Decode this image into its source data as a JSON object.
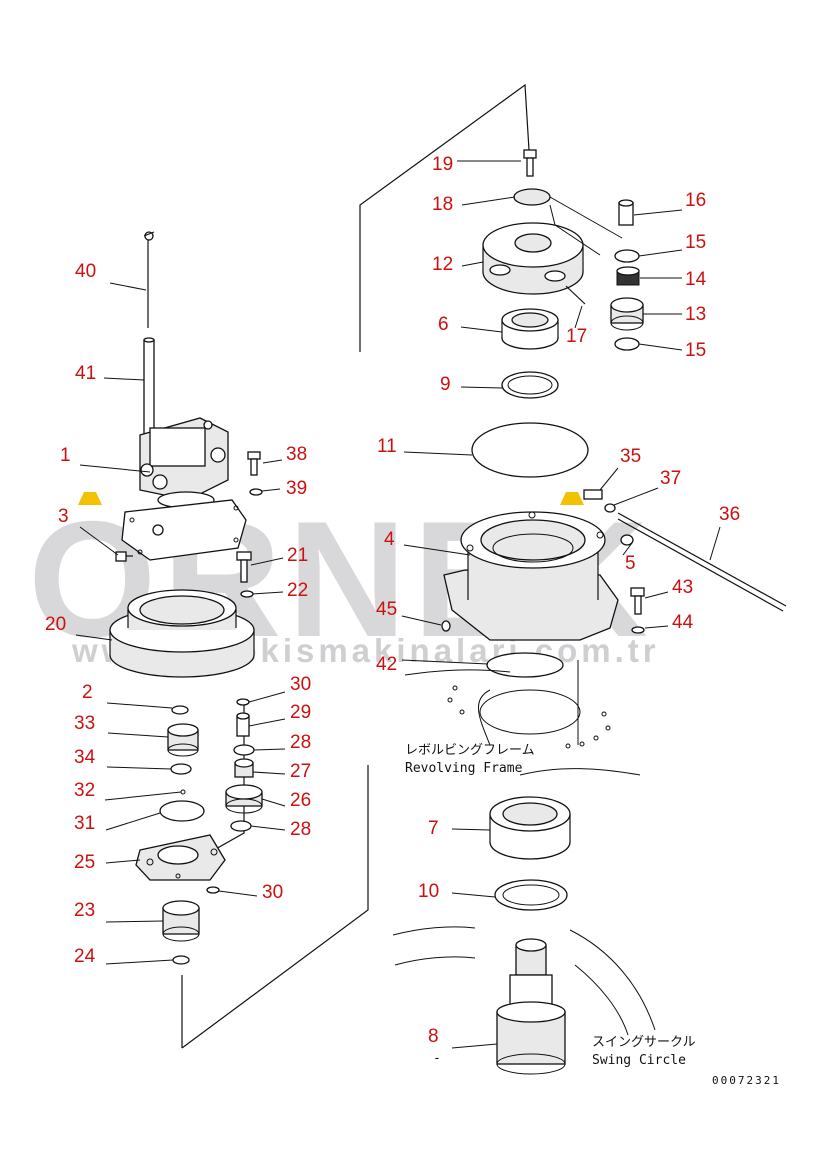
{
  "watermark": {
    "brand": "ORNEK",
    "url": "www.ornekismakinalari.com.tr",
    "accent_color": "#f2c200"
  },
  "annotations": {
    "revolving_frame_jp": "レボルビングフレーム",
    "revolving_frame_en": "Revolving Frame",
    "swing_circle_jp": "スイングサークル",
    "swing_circle_en": "Swing Circle",
    "drawing_code": "00072321"
  },
  "callouts": {
    "n1": "1",
    "n2": "2",
    "n3": "3",
    "n4": "4",
    "n5": "5",
    "n6": "6",
    "n7": "7",
    "n8": "8",
    "n9": "9",
    "n10": "10",
    "n11": "11",
    "n12": "12",
    "n13": "13",
    "n14": "14",
    "n15a": "15",
    "n15b": "15",
    "n16": "16",
    "n17": "17",
    "n18": "18",
    "n19": "19",
    "n20": "20",
    "n21": "21",
    "n22": "22",
    "n23": "23",
    "n24": "24",
    "n25": "25",
    "n26": "26",
    "n27": "27",
    "n28a": "28",
    "n28b": "28",
    "n29": "29",
    "n30a": "30",
    "n30b": "30",
    "n31": "31",
    "n32": "32",
    "n33": "33",
    "n34": "34",
    "n35": "35",
    "n36": "36",
    "n37": "37",
    "n38": "38",
    "n39": "39",
    "n40": "40",
    "n41": "41",
    "n42": "42",
    "n43": "43",
    "n44": "44",
    "n45": "45",
    "n8_sub": "-"
  }
}
